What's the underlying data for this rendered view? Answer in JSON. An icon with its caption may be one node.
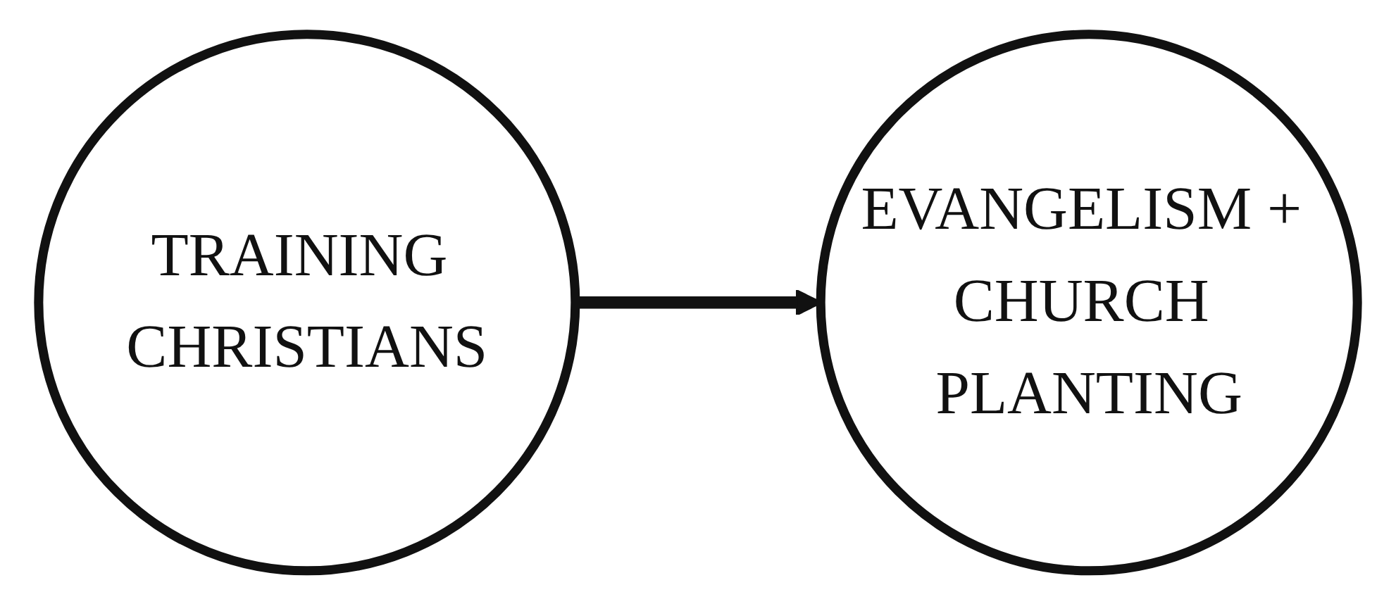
{
  "diagram": {
    "nodes": [
      {
        "text": [
          "TRAINING CHRISTIANS"
        ]
      },
      {
        "text": [
          "EVANGELISM + CHURCH PLANTING"
        ]
      }
    ],
    "edges": [
      {
        "from": 0,
        "to": 1,
        "arrow": "to"
      }
    ]
  }
}
